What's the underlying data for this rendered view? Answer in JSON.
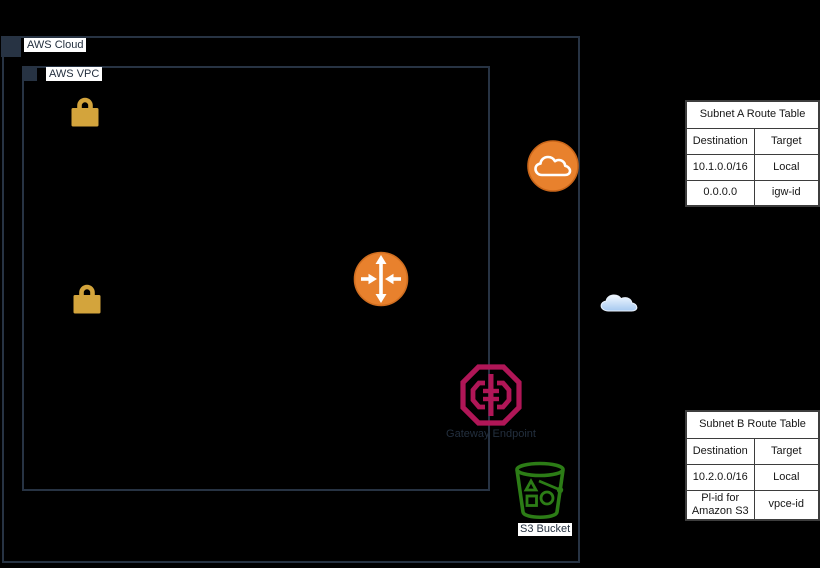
{
  "groups": {
    "aws_cloud": {
      "label": "AWS Cloud"
    },
    "aws_vpc": {
      "label": "AWS VPC"
    }
  },
  "nodes": {
    "gateway_endpoint": {
      "label": "Gateway Endpoint"
    },
    "s3_bucket": {
      "label": "S3 Bucket"
    }
  },
  "icons": {
    "aws_cloud_group": "dark-navy-square",
    "aws_vpc_group": "dark-navy-square",
    "security_lock_top": "gold-lock",
    "security_lock_bottom": "gold-lock",
    "vpc_router": "orange-circle-cross-arrows",
    "internet_gateway": "orange-circle-white-cloud",
    "gateway_endpoint": "crimson-octagon-h",
    "s3_bucket": "green-bucket-with-objects",
    "internet": "blue-cloud"
  },
  "colors": {
    "background": "#000000",
    "group_border": "#273343",
    "label_text": "#232f3e",
    "lock_gold": "#d3a43c",
    "aws_orange": "#e8812d",
    "endpoint_crimson": "#b01657",
    "s3_green": "#2c7c16",
    "internet_cloud_blue": "#a6c8f0",
    "table_border": "#3d3d3d",
    "table_bg": "#ffffff"
  },
  "tables": {
    "subnet_a": {
      "title": "Subnet A Route Table",
      "columns": [
        "Destination",
        "Target"
      ],
      "rows": [
        [
          "10.1.0.0/16",
          "Local"
        ],
        [
          "0.0.0.0",
          "igw-id"
        ]
      ]
    },
    "subnet_b": {
      "title": "Subnet B Route Table",
      "columns": [
        "Destination",
        "Target"
      ],
      "rows": [
        [
          "10.2.0.0/16",
          "Local"
        ],
        [
          "Pl-id for\nAmazon S3",
          "vpce-id"
        ]
      ]
    }
  }
}
